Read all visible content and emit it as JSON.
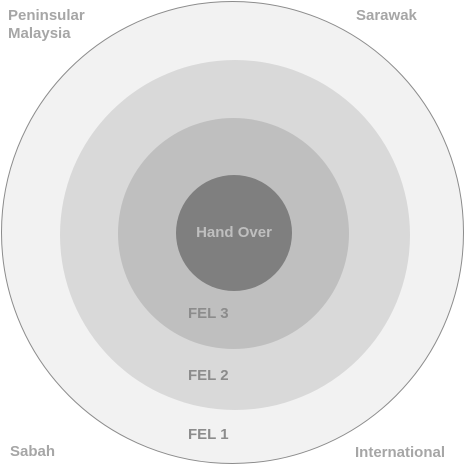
{
  "regions": {
    "top_left": "Peninsular\nMalaysia",
    "top_right": "Sarawak",
    "bottom_left": "Sabah",
    "bottom_right": "International"
  },
  "stages": {
    "outer": "FEL 1",
    "middle": "FEL 2",
    "inner": "FEL 3",
    "core": "Hand Over"
  },
  "colors": {
    "outer_ring": "#f2f2f2",
    "middle_ring": "#d9d9d9",
    "inner_ring": "#bfbfbf",
    "core": "#7f7f7f",
    "label_text": "#a6a6a6"
  }
}
